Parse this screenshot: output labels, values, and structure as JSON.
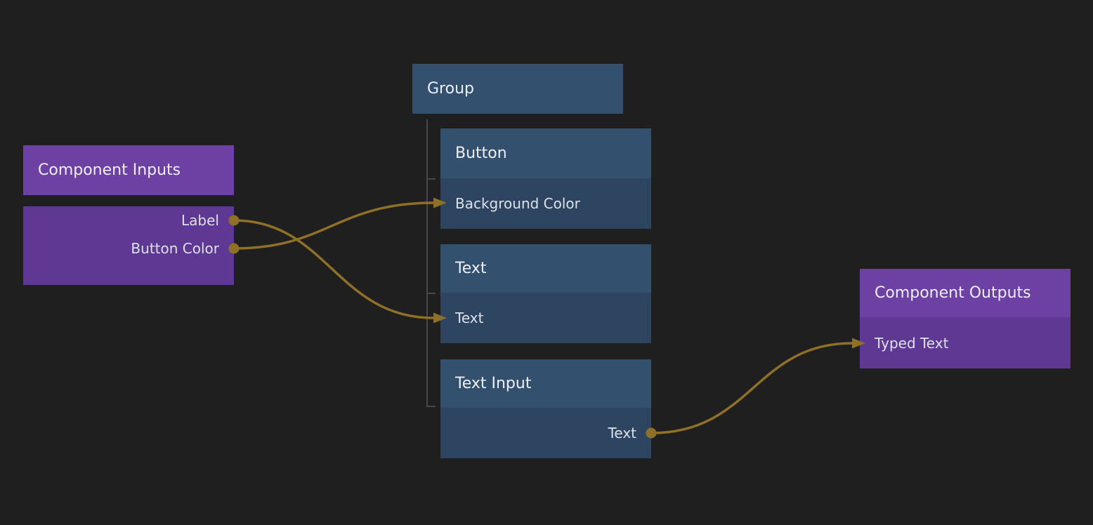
{
  "colors": {
    "background": "#1f1f1f",
    "blue_node_header": "#34506f",
    "blue_node_body": "#2d4561",
    "purple_node_header": "#6d41a4",
    "purple_node_body": "#5e3892",
    "wire": "#8f7029",
    "tree_line": "#474747"
  },
  "nodes": {
    "group": {
      "title": "Group"
    },
    "button": {
      "title": "Button",
      "inputs": [
        {
          "label": "Background Color"
        }
      ]
    },
    "text": {
      "title": "Text",
      "inputs": [
        {
          "label": "Text"
        }
      ]
    },
    "text_input": {
      "title": "Text Input",
      "outputs": [
        {
          "label": "Text"
        }
      ]
    },
    "component_inputs": {
      "title": "Component Inputs",
      "outputs": [
        {
          "label": "Label"
        },
        {
          "label": "Button Color"
        }
      ]
    },
    "component_outputs": {
      "title": "Component Outputs",
      "inputs": [
        {
          "label": "Typed Text"
        }
      ]
    }
  },
  "connections": [
    {
      "from": "component_inputs.Label",
      "to": "text.Text"
    },
    {
      "from": "component_inputs.Button Color",
      "to": "button.Background Color"
    },
    {
      "from": "text_input.Text",
      "to": "component_outputs.Typed Text"
    }
  ]
}
